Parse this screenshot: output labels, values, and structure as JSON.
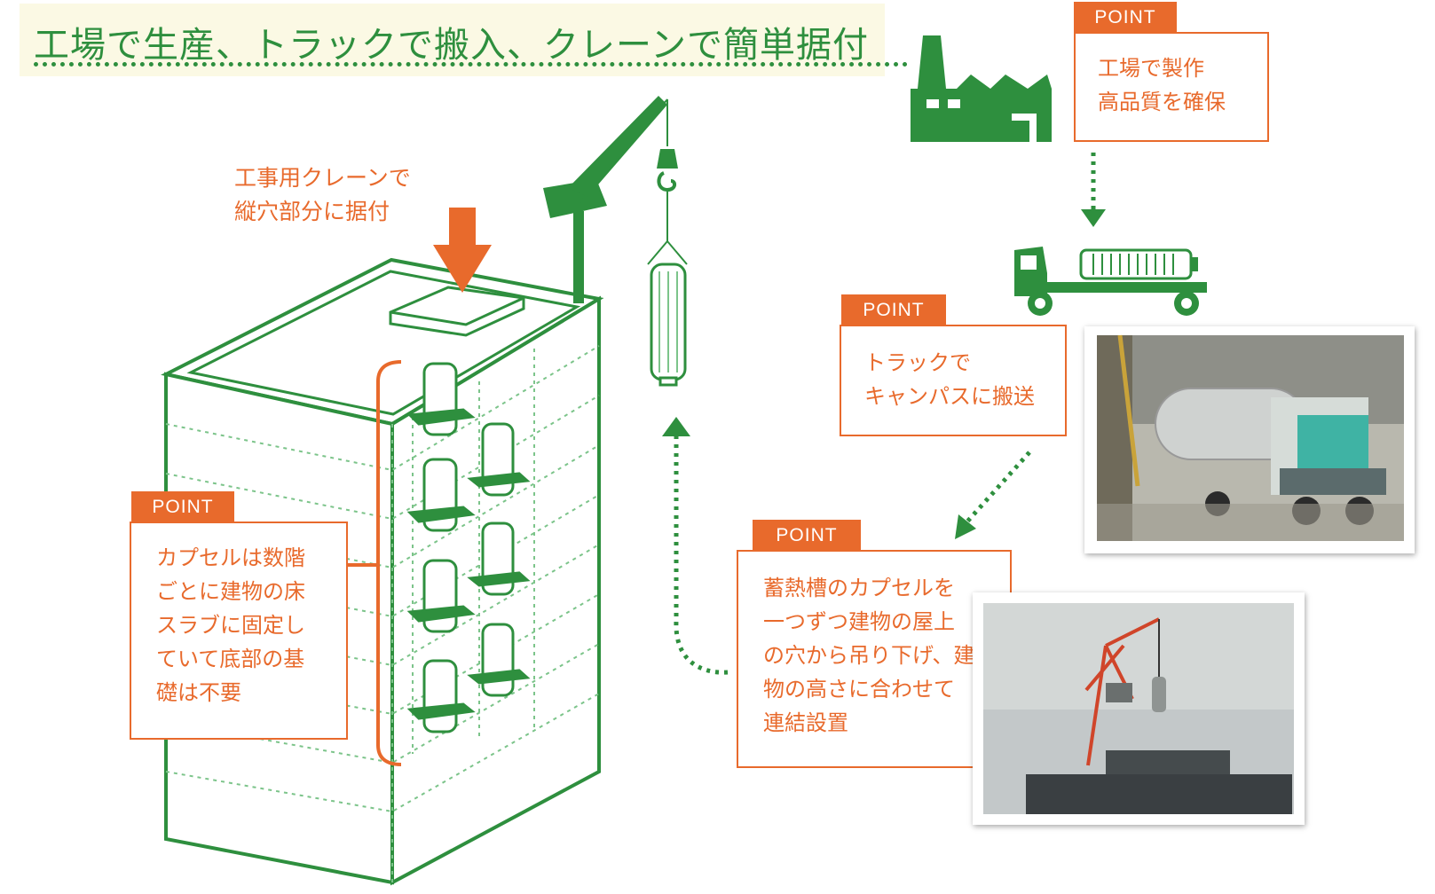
{
  "title": "工場で生産、トラックで搬入、クレーンで簡単据付",
  "crane_label": "工事用クレーンで\n縦穴部分に据付",
  "points": [
    {
      "tab": "POINT",
      "text": "工場で製作\n高品質を確保"
    },
    {
      "tab": "POINT",
      "text": "トラックで\nキャンパスに搬送"
    },
    {
      "tab": "POINT",
      "text": "蓄熱槽のカプセルを\n一つずつ建物の屋上\nの穴から吊り下げ、建\n物の高さに合わせて\n連結設置"
    },
    {
      "tab": "POINT",
      "text": "カプセルは数階\nごとに建物の床\nスラブに固定し\nていて底部の基\n礎は不要"
    }
  ],
  "icons": {
    "factory": "factory-icon",
    "truck": "truck-icon",
    "crane": "crane-icon",
    "building": "building-illustration"
  },
  "colors": {
    "green": "#2e8f3e",
    "orange": "#e86a2c",
    "title_bg": "#fbf9e4"
  }
}
